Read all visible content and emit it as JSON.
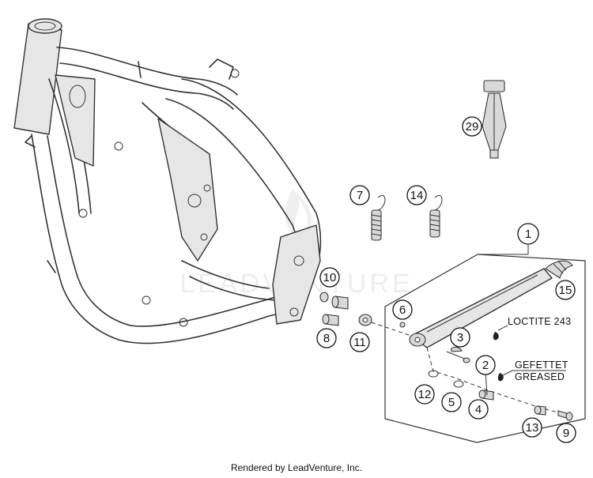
{
  "callouts": {
    "c1": "1",
    "c2": "2",
    "c3": "3",
    "c4": "4",
    "c5": "5",
    "c6": "6",
    "c7": "7",
    "c8": "8",
    "c9": "9",
    "c10": "10",
    "c11": "11",
    "c12": "12",
    "c13": "13",
    "c14": "14",
    "c15": "15",
    "c29": "29"
  },
  "notes": {
    "loctite": "LOCTITE 243",
    "gefettet": "GEFETTET",
    "greased": "GREASED"
  },
  "watermark": "LEADVENTURE",
  "footer": "Rendered by LeadVenture, Inc.",
  "colors": {
    "line": "#333333",
    "fill": "#e6e6e6",
    "watermark": "#d8d8d8"
  }
}
